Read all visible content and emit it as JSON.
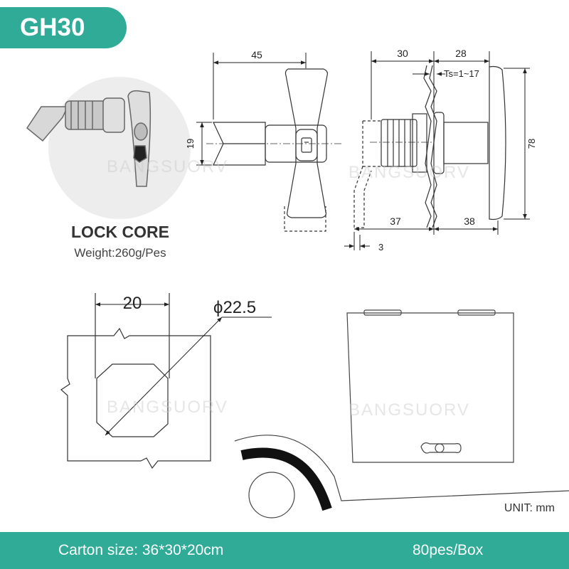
{
  "header": {
    "model": "GH30"
  },
  "product": {
    "name": "LOCK CORE",
    "weight": "Weight:260g/Pes"
  },
  "dimensions": {
    "side_width": "45",
    "side_height": "19",
    "front_left": "30",
    "front_right": "28",
    "thickness_range": "Ts=1~17",
    "front_height": "78",
    "bottom_left": "37",
    "bottom_right": "38",
    "bottom_small": "3",
    "cutout_width": "20",
    "cutout_diameter": "ϕ22.5"
  },
  "watermark": "BANGSUORV",
  "unit": "UNIT:  mm",
  "footer": {
    "carton": "Carton size: 36*30*20cm",
    "pack": "80pes/Box"
  },
  "colors": {
    "accent": "#2fab97",
    "line": "#333333"
  }
}
